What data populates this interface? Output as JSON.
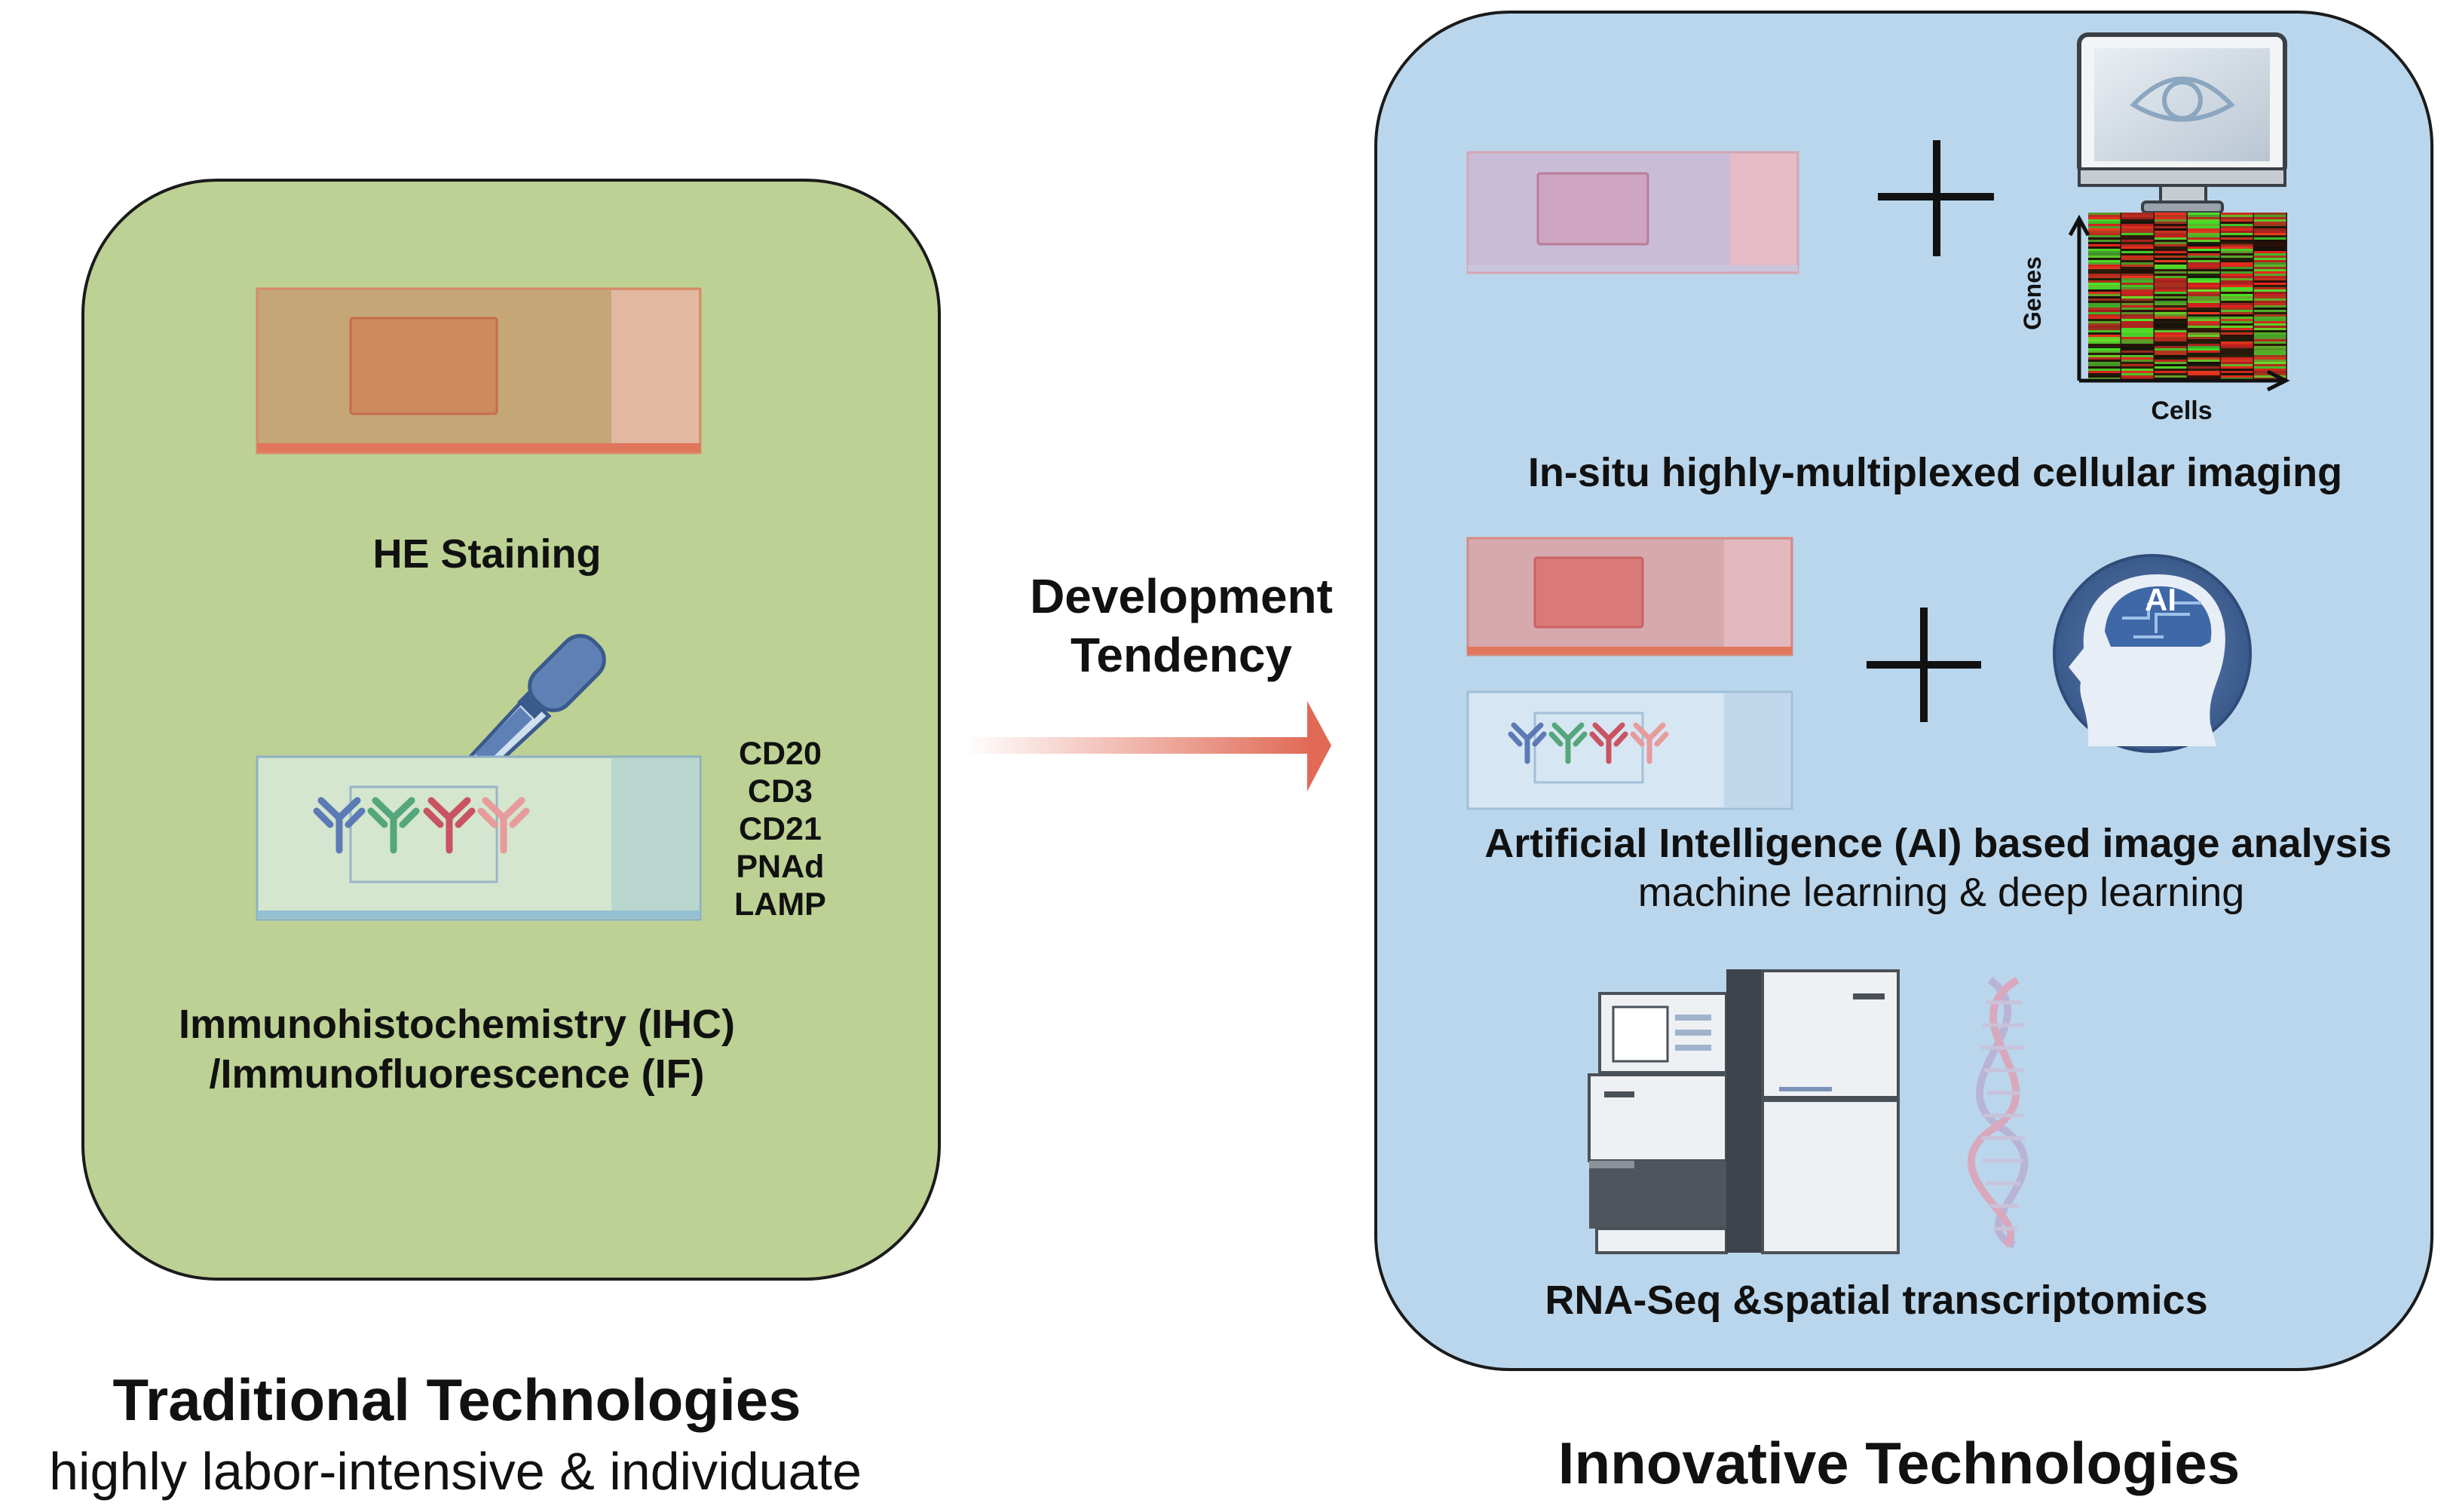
{
  "traditional": {
    "he_label": "HE Staining",
    "markers": [
      "CD20",
      "CD3",
      "CD21",
      "PNAd",
      "LAMP"
    ],
    "ihc_line1": "Immunohistochemistry (IHC)",
    "ihc_line2": "/Immunofluorescence (IF)",
    "title": "Traditional Technologies",
    "subtitle": "highly labor-intensive & individuate"
  },
  "arrow": {
    "line1": "Development",
    "line2": "Tendency"
  },
  "innovative": {
    "imaging_label": "In-situ highly-multiplexed cellular imaging",
    "axis_y": "Genes",
    "axis_x": "Cells",
    "ai_badge": "AI",
    "ai_label": "Artificial Intelligence (AI) based image analysis",
    "ai_sublabel": "machine learning & deep learning",
    "rna_label": "RNA-Seq &spatial transcriptomics",
    "title": "Innovative Technologies"
  },
  "colors": {
    "left_panel": "#bcd193",
    "right_panel": "#bad6ec",
    "arrow": "#e06a55"
  }
}
